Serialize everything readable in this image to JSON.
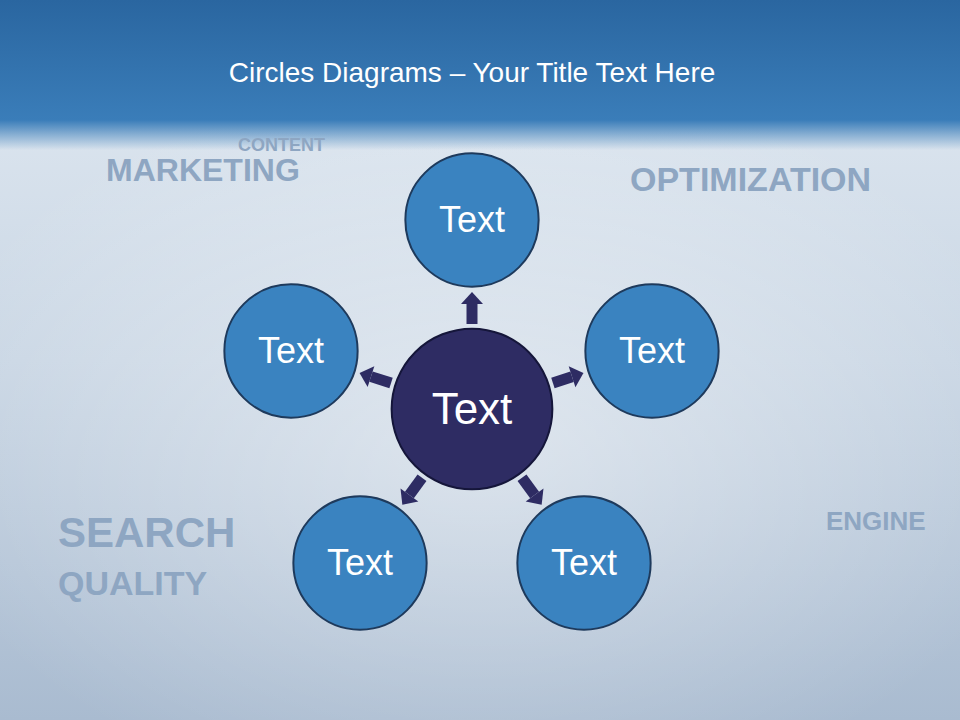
{
  "diagram": {
    "title": "Circles Diagrams – Your Title Text Here",
    "nodes": [
      {
        "text": [
          "Text"
        ]
      },
      {
        "text": [
          "Text"
        ]
      },
      {
        "text": [
          "Text"
        ]
      },
      {
        "text": [
          "Text"
        ]
      },
      {
        "text": [
          "Text"
        ]
      },
      {
        "text": [
          "Text"
        ]
      }
    ],
    "edges": [
      {
        "from": 3,
        "to": 0,
        "arrow": "to"
      },
      {
        "from": 3,
        "to": 2,
        "arrow": "to"
      },
      {
        "from": 3,
        "to": 5,
        "arrow": "to"
      },
      {
        "from": 3,
        "to": 4,
        "arrow": "to"
      },
      {
        "from": 3,
        "to": 1,
        "arrow": "to"
      }
    ],
    "labels": [
      "CONTENT",
      "MARKETING",
      "OPTIMIZATION",
      "SEARCH",
      "QUALITY",
      "ENGINE"
    ]
  }
}
